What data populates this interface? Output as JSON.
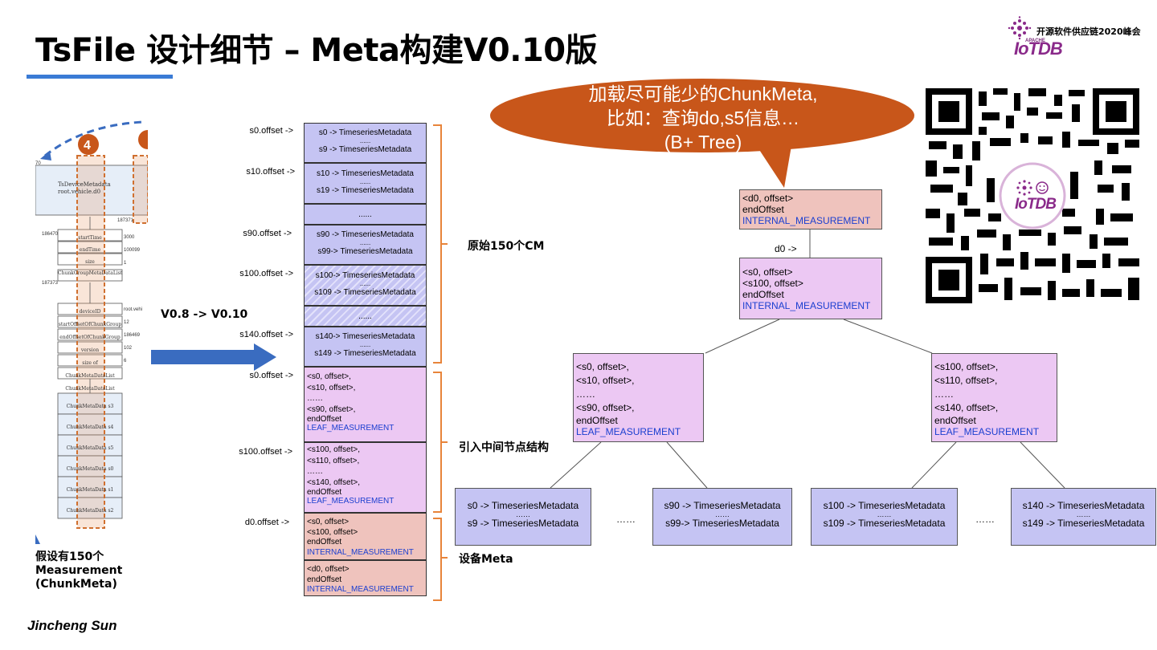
{
  "header": {
    "title": "TsFile 设计细节 – Meta构建V0.10版",
    "logo_text": "开源软件供应链2020峰会",
    "logo_apache": "APACHE",
    "logo_name": "IoTDB"
  },
  "footer": {
    "author": "Jincheng Sun"
  },
  "left": {
    "circle_num": "4",
    "caption_line1": "假设有150个",
    "caption_line2": "Measurement",
    "caption_line3": "(ChunkMeta)",
    "version_label": "V0.8 -> V0.10",
    "small_rows": [
      "TsDeviceMetadata",
      "root.vehicle.d0",
      "startTime",
      "endTime",
      "size",
      "ChunkGroupMetaDataList",
      "deviceID",
      "startOffsetOfChunkGroup",
      "endOffsetOfChunkGroup",
      "version",
      "size of ChunkMetaDataList",
      "ChunkMetaDataList",
      "ChunkMetaData s3",
      "ChunkMetaData s4",
      "ChunkMetaData s5",
      "ChunkMetaData s0",
      "ChunkMetaData s1",
      "ChunkMetaData s2"
    ],
    "small_numbers": [
      "70",
      "186470",
      "3000",
      "100099",
      "1",
      "187373",
      "root.vehi",
      "12",
      "186469",
      "102",
      "6",
      "187371"
    ]
  },
  "middle": {
    "offsets": {
      "s0": "s0.offset ->",
      "s10": "s10.offset ->",
      "s90": "s90.offset ->",
      "s100": "s100.offset ->",
      "s140": "s140.offset ->",
      "s0b": "s0.offset ->",
      "s100b": "s100.offset ->",
      "d0": "d0.offset ->"
    },
    "cells": {
      "c1a": "s0 -> TimeseriesMetadata",
      "c1b": "......",
      "c1c": "s9 -> TimeseriesMetadata",
      "c2a": "s10 -> TimeseriesMetadata",
      "c2b": "......",
      "c2c": "s19 -> TimeseriesMetadata",
      "c3": "......",
      "c4a": "s90 -> TimeseriesMetadata",
      "c4b": "......",
      "c4c": "s99-> TimeseriesMetadata",
      "c5a": "s100-> TimeseriesMetadata",
      "c5b": "......",
      "c5c": "s109 -> TimeseriesMetadata",
      "c6": "......",
      "c7a": "s140-> TimeseriesMetadata",
      "c7b": "......",
      "c7c": "s149 -> TimeseriesMetadata",
      "p1": [
        "<s0, offset>,",
        "<s10, offset>,",
        "……",
        "<s90, offset>,",
        "endOffset"
      ],
      "p1t": "LEAF_MEASUREMENT",
      "p2": [
        "<s100, offset>,",
        "<s110, offset>,",
        "……",
        "<s140, offset>,",
        "endOffset"
      ],
      "p2t": "LEAF_MEASUREMENT",
      "r1": [
        "<s0, offset>",
        "<s100, offset>",
        "endOffset"
      ],
      "r1t": "INTERNAL_MEASUREMENT",
      "r2": [
        "<d0, offset>",
        "endOffset"
      ],
      "r2t": "INTERNAL_MEASUREMENT"
    },
    "brackets": {
      "b1": "原始150个CM",
      "b2": "引入中间节点结构",
      "b3": "设备Meta"
    }
  },
  "bubble": {
    "line1": "加载尽可能少的ChunkMeta,",
    "line2": "比如：查询do,s5信息…",
    "line3": "(B+ Tree)"
  },
  "tree": {
    "root": [
      "<d0, offset>",
      "endOffset"
    ],
    "root_type": "INTERNAL_MEASUREMENT",
    "d0_label": "d0 ->",
    "mid": [
      "<s0, offset>",
      "<s100, offset>",
      "endOffset"
    ],
    "mid_type": "INTERNAL_MEASUREMENT",
    "leftnode": [
      "<s0, offset>,",
      "<s10, offset>,",
      "……",
      "<s90, offset>,",
      "endOffset"
    ],
    "leftnode_type": "LEAF_MEASUREMENT",
    "rightnode": [
      "<s100, offset>,",
      "<s110, offset>,",
      "……",
      "<s140, offset>,",
      "endOffset"
    ],
    "rightnode_type": "LEAF_MEASUREMENT",
    "leaves": [
      [
        "s0 -> TimeseriesMetadata",
        "……",
        "s9 -> TimeseriesMetadata"
      ],
      [
        "s90 -> TimeseriesMetadata",
        "……",
        "s99-> TimeseriesMetadata"
      ],
      [
        "s100 -> TimeseriesMetadata",
        "……",
        "s109 -> TimeseriesMetadata"
      ],
      [
        "s140 -> TimeseriesMetadata",
        "……",
        "s149 -> TimeseriesMetadata"
      ]
    ],
    "ellipsis": "……"
  },
  "colors": {
    "accent": "#3a7bd5",
    "bubble": "#c8561a",
    "bracket": "#e8843a",
    "purple": "#c5c4f3",
    "pink": "#ecc8f3",
    "salmon": "#efc3bd",
    "measure_text": "#1b3fd0"
  }
}
